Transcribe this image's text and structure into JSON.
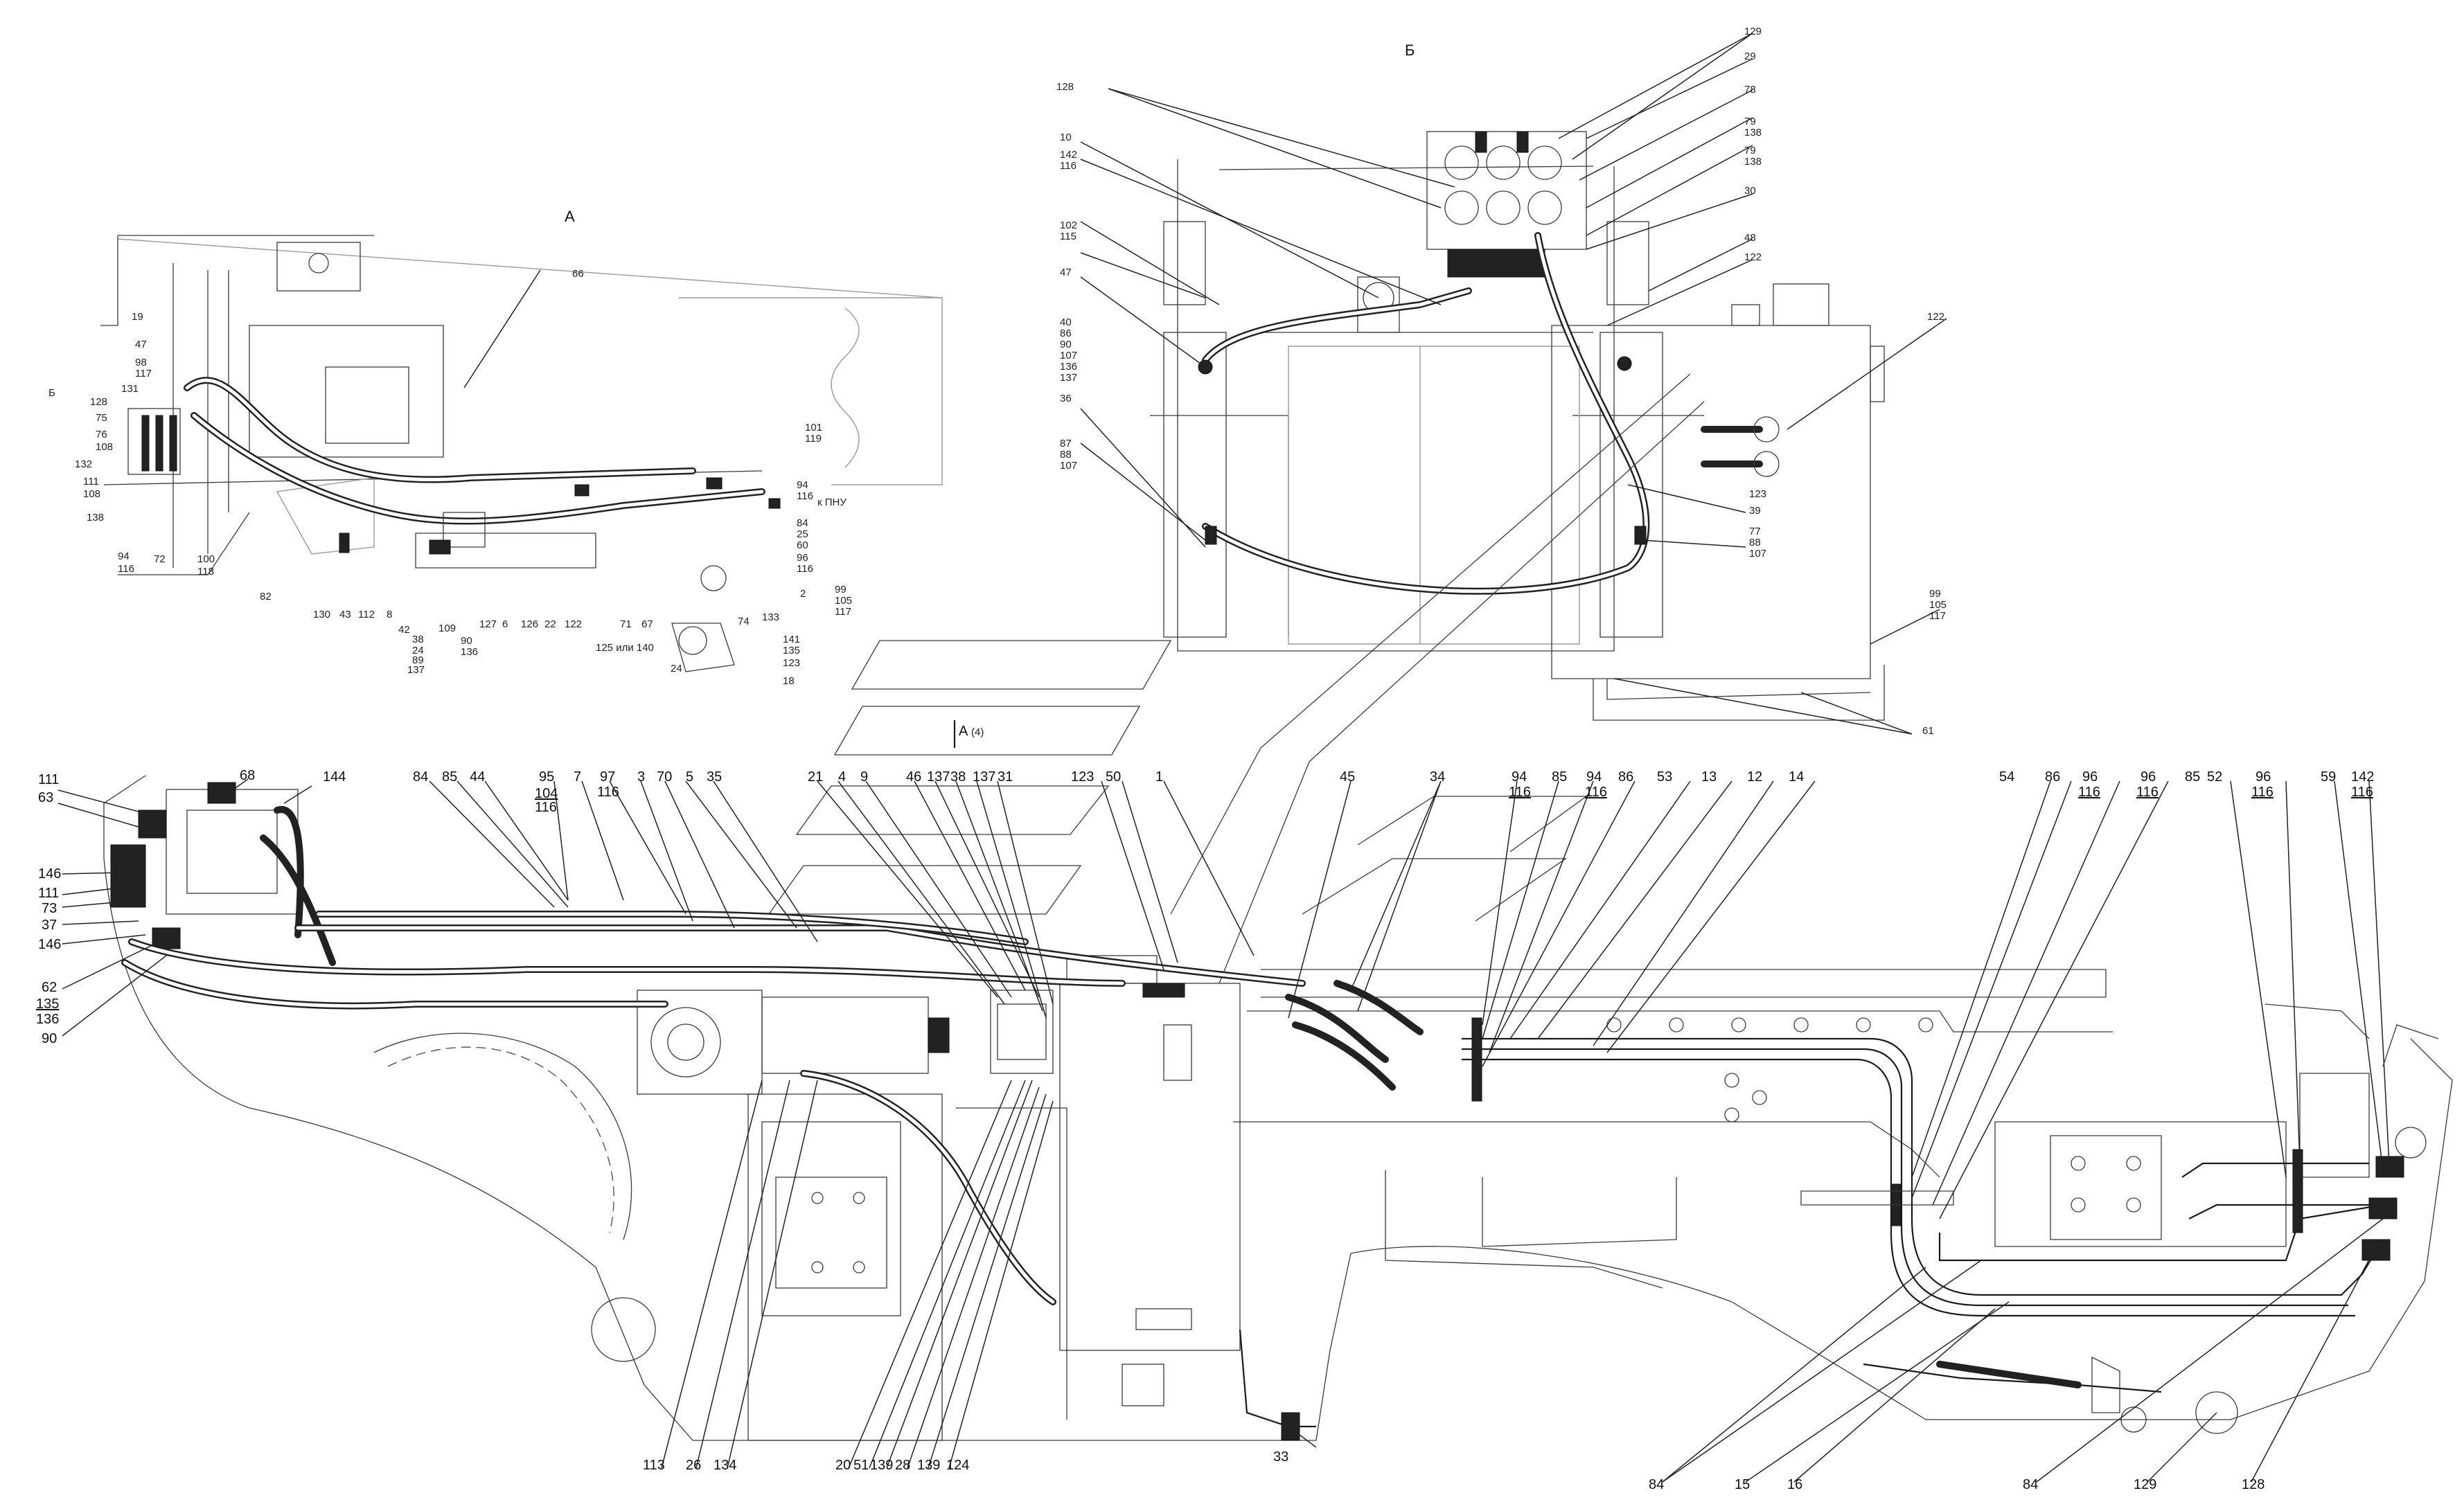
{
  "views": {
    "view_a": {
      "title": "А"
    },
    "view_b": {
      "title": "Б"
    },
    "view_b_ref": {
      "title": "Б"
    },
    "arrow_a": {
      "title": "А",
      "suffix": "(4)"
    }
  },
  "notes": {
    "k_pnu": "к ПНУ",
    "variant": "125 или 140"
  },
  "labels_main_top": [
    "111",
    "63",
    "68",
    "144",
    "84",
    "85",
    "44",
    "95",
    "104",
    "116",
    "7",
    "97",
    "116",
    "3",
    "70",
    "5",
    "35",
    "21",
    "4",
    "9",
    "46",
    "137",
    "38",
    "137",
    "31",
    "123",
    "50",
    "1",
    "45",
    "34",
    "94",
    "116",
    "85",
    "94",
    "116",
    "86",
    "53",
    "13",
    "12",
    "14",
    "54",
    "86",
    "96",
    "116",
    "96",
    "116",
    "85",
    "52",
    "96",
    "116",
    "59",
    "142",
    "116"
  ],
  "labels_main_left": [
    "146",
    "111",
    "73",
    "37",
    "146",
    "62",
    "135",
    "136",
    "90"
  ],
  "labels_main_bottom": [
    "113",
    "26",
    "134",
    "20",
    "51",
    "139",
    "28",
    "139",
    "124",
    "33",
    "84",
    "15",
    "16",
    "84",
    "129",
    "128"
  ],
  "labels_view_a": [
    "19",
    "47",
    "98",
    "117",
    "131",
    "128",
    "75",
    "76",
    "108",
    "132",
    "111",
    "108",
    "138",
    "94",
    "116",
    "72",
    "100",
    "118",
    "82",
    "130",
    "43",
    "112",
    "8",
    "42",
    "38",
    "24",
    "89",
    "137",
    "109",
    "90",
    "136",
    "127",
    "6",
    "126",
    "22",
    "122",
    "71",
    "67",
    "66",
    "101",
    "119",
    "94",
    "116",
    "84",
    "25",
    "60",
    "96",
    "116",
    "2",
    "99",
    "105",
    "117",
    "74",
    "133",
    "141",
    "135",
    "123",
    "18",
    "24"
  ],
  "labels_view_b": [
    "129",
    "29",
    "78",
    "79",
    "138",
    "79",
    "138",
    "30",
    "128",
    "10",
    "142",
    "116",
    "102",
    "115",
    "47",
    "40",
    "86",
    "90",
    "107",
    "136",
    "137",
    "48",
    "122",
    "122",
    "36",
    "87",
    "88",
    "107",
    "123",
    "39",
    "77",
    "88",
    "107",
    "99",
    "105",
    "117",
    "61"
  ]
}
